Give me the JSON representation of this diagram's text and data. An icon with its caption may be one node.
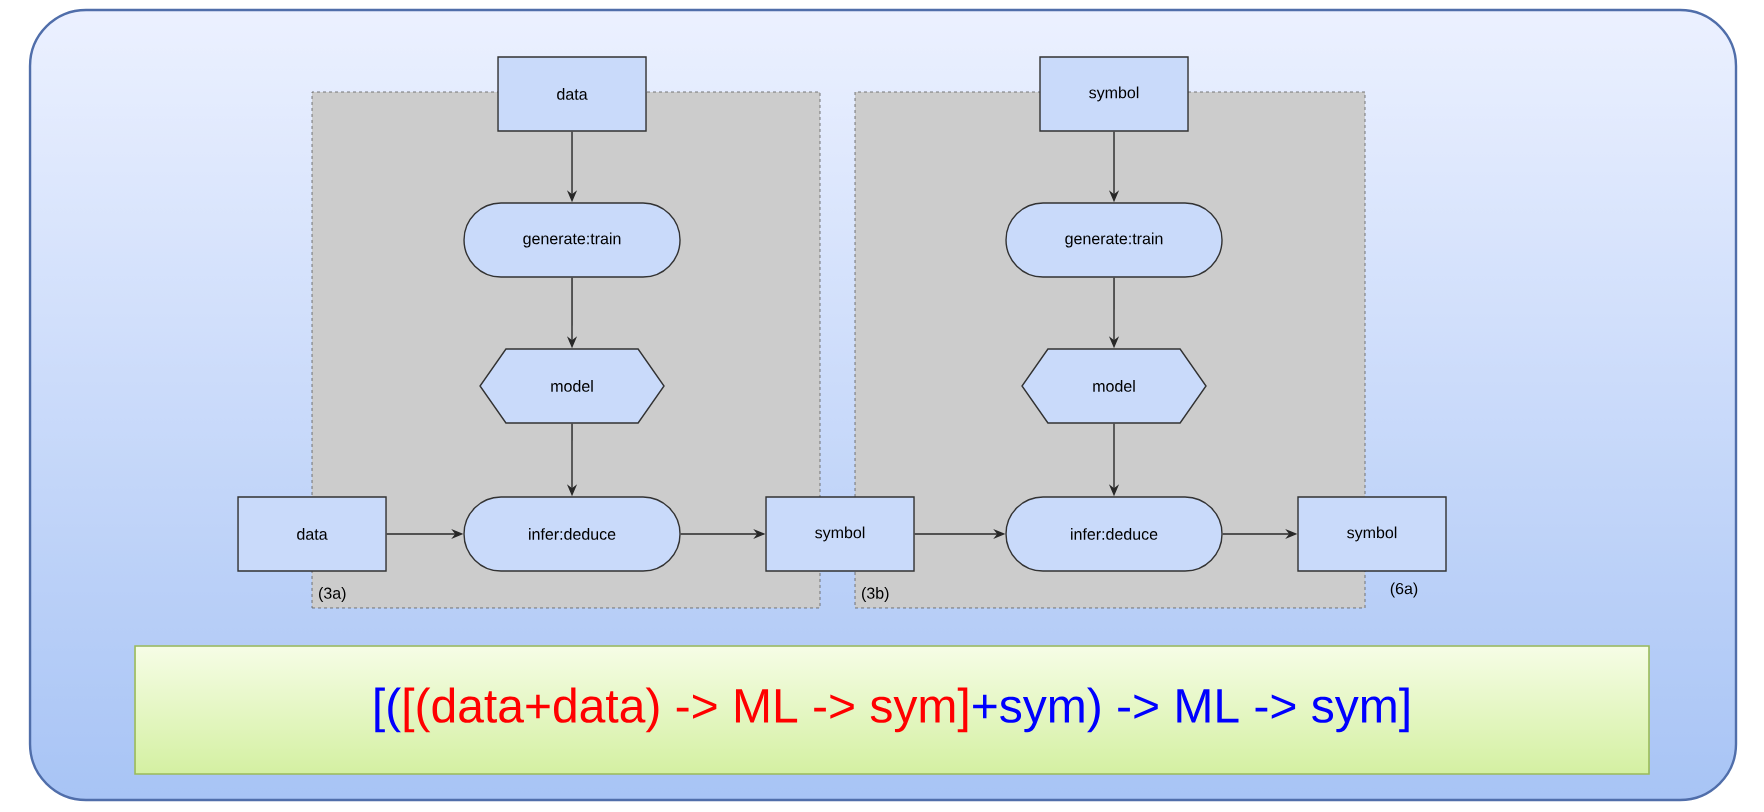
{
  "diagram": {
    "nodes": [
      {
        "text": [
          "(3a)"
        ]
      },
      {
        "text": [
          "(3b)"
        ]
      },
      {
        "text": [
          "data"
        ]
      },
      {
        "text": [
          "generate:train"
        ],
        "in": 0
      },
      {
        "text": [
          "model"
        ],
        "in": 0
      },
      {
        "text": [
          "infer:deduce"
        ],
        "in": 0
      },
      {
        "text": [
          "data"
        ]
      },
      {
        "text": [
          "symbol"
        ]
      },
      {
        "text": [
          "symbol"
        ]
      },
      {
        "text": [
          "generate:train"
        ],
        "in": 1
      },
      {
        "text": [
          "model"
        ],
        "in": 1
      },
      {
        "text": [
          "infer:deduce"
        ],
        "in": 1
      },
      {
        "text": [
          "symbol"
        ]
      },
      {
        "text": [
          "[(",
          "[(data+data) -> ML -> sym]",
          "+sym) -> ML -> sym]"
        ]
      }
    ],
    "edges": [
      {
        "from": 2,
        "to": 3,
        "arrow": "to"
      },
      {
        "from": 3,
        "to": 4,
        "arrow": "to"
      },
      {
        "from": 4,
        "to": 5,
        "arrow": "to"
      },
      {
        "from": 6,
        "to": 5,
        "arrow": "to"
      },
      {
        "from": 5,
        "to": 7,
        "arrow": "to"
      },
      {
        "from": 8,
        "to": 9,
        "arrow": "to"
      },
      {
        "from": 9,
        "to": 10,
        "arrow": "to"
      },
      {
        "from": 10,
        "to": 11,
        "arrow": "to"
      },
      {
        "from": 7,
        "to": 11,
        "arrow": "to"
      },
      {
        "from": 11,
        "to": 12,
        "arrow": "to"
      }
    ],
    "labels": [
      "(6a)"
    ]
  }
}
